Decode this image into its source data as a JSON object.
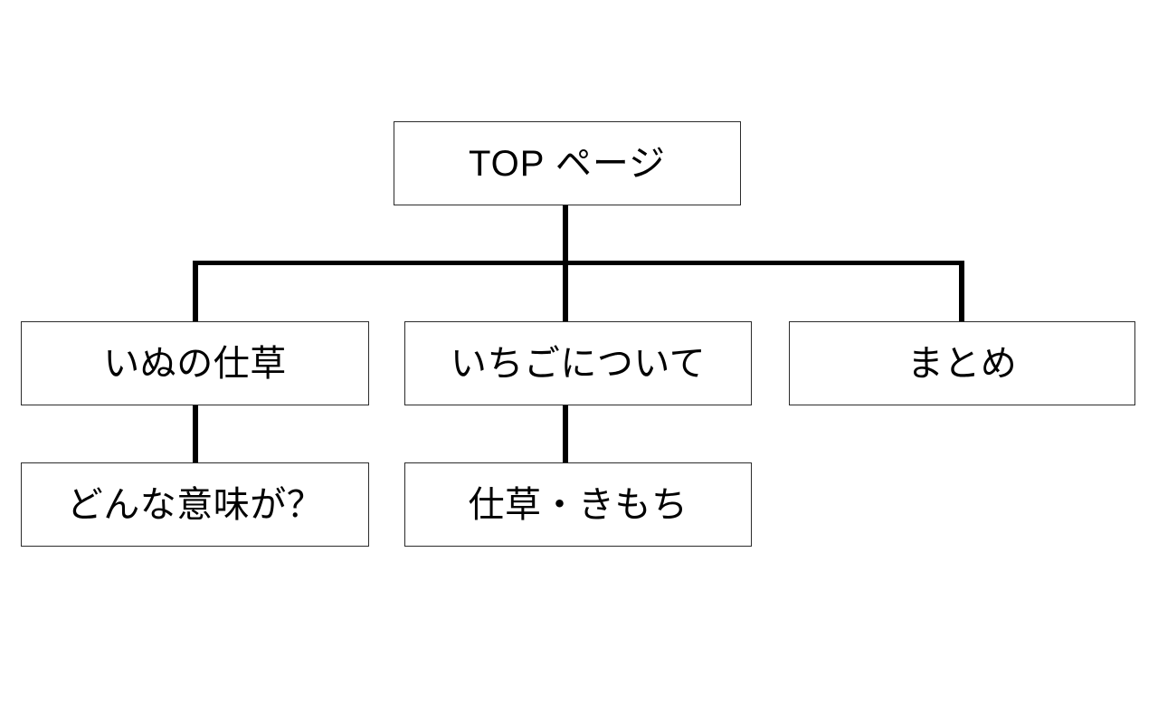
{
  "diagram": {
    "type": "site-map-tree",
    "background_color": "#ffffff",
    "line_color": "#000000",
    "box_border_color": "#2b2b2b",
    "box_fill_color": "#ffffff",
    "nodes": {
      "top": {
        "label": "TOP ページ"
      },
      "level2": [
        {
          "label": "いぬの仕草"
        },
        {
          "label": "いちごについて"
        },
        {
          "label": "まとめ"
        }
      ],
      "level3": [
        {
          "label": "どんな意味が？"
        },
        {
          "label": "仕草・きもち"
        }
      ]
    }
  }
}
